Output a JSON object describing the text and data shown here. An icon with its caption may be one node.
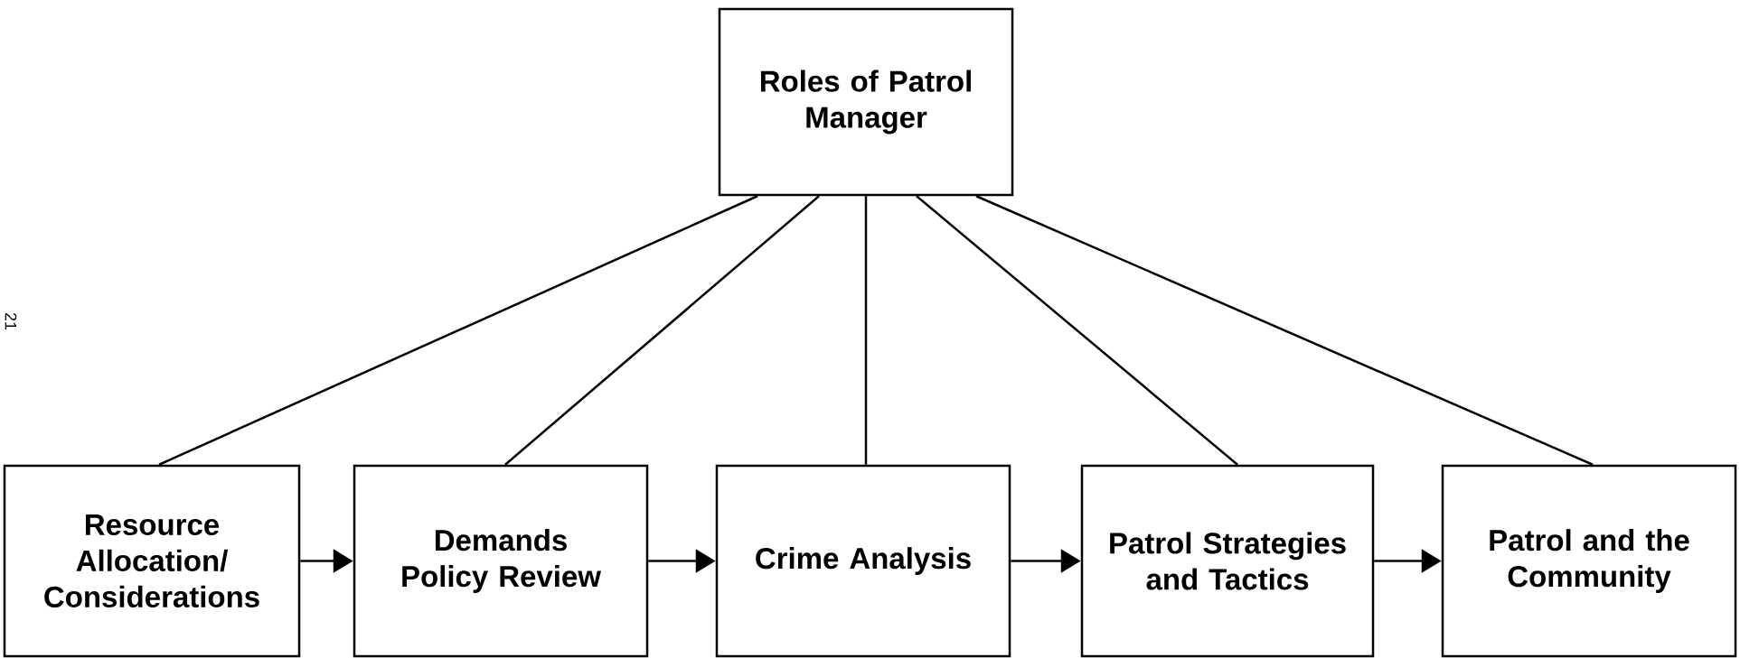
{
  "diagram": {
    "nodes": [
      {
        "text": [
          "Roles of Patrol Manager"
        ]
      },
      {
        "text": [
          "Resource Allocation/ Considerations"
        ]
      },
      {
        "text": [
          "Demands Policy Review"
        ]
      },
      {
        "text": [
          "Crime Analysis"
        ]
      },
      {
        "text": [
          "Patrol Strategies and Tactics"
        ]
      },
      {
        "text": [
          "Patrol and the Community"
        ]
      }
    ],
    "edges": [
      {
        "from": 0,
        "to": 1,
        "arrow": "none"
      },
      {
        "from": 0,
        "to": 2,
        "arrow": "none"
      },
      {
        "from": 0,
        "to": 3,
        "arrow": "none"
      },
      {
        "from": 0,
        "to": 4,
        "arrow": "none"
      },
      {
        "from": 0,
        "to": 5,
        "arrow": "none"
      },
      {
        "from": 1,
        "to": 2,
        "arrow": "to"
      },
      {
        "from": 2,
        "to": 3,
        "arrow": "to"
      },
      {
        "from": 3,
        "to": 4,
        "arrow": "to"
      },
      {
        "from": 4,
        "to": 5,
        "arrow": "to"
      }
    ],
    "labels": [
      "21"
    ]
  }
}
